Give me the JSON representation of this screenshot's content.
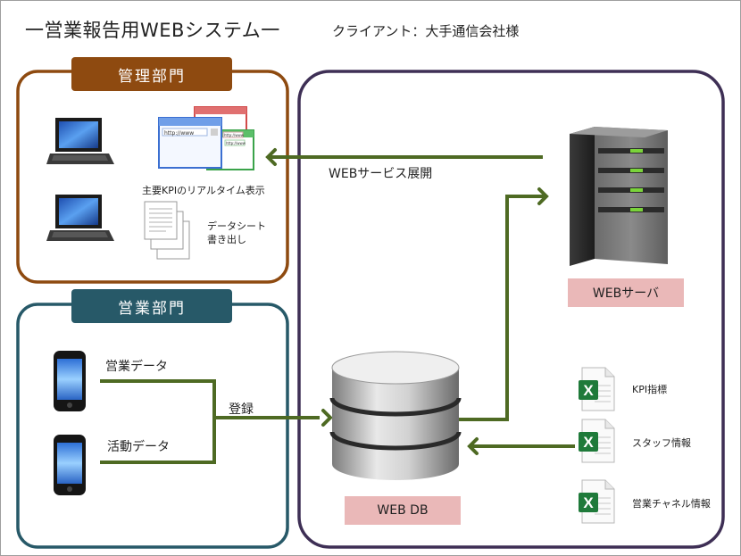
{
  "header": {
    "title": "一営業報告用WEBシステム一",
    "client": "クライアント：大手通信会社様"
  },
  "management": {
    "tab_label": "管理部門",
    "kpi_caption": "主要KPIのリアルタイム表示",
    "sheet_caption_line1": "データシート",
    "sheet_caption_line2": "書き出し",
    "browser_url": "http://www"
  },
  "sales": {
    "tab_label": "営業部門",
    "data1_label": "営業データ",
    "data2_label": "活動データ",
    "register_label": "登録"
  },
  "server": {
    "service_label": "WEBサービス展開",
    "server_label": "WEBサーバ"
  },
  "database": {
    "db_label": "WEB DB"
  },
  "excel_files": {
    "file1_label": "KPI指標",
    "file2_label": "スタッフ情報",
    "file3_label": "営業チャネル情報"
  },
  "colors": {
    "management_accent": "#8e4a10",
    "sales_accent": "#275968",
    "system_border": "#3e2f55",
    "arrow_green": "#4e6a23",
    "label_pink": "#eab8b8"
  },
  "icons": {
    "laptop": "laptop-icon",
    "smartphone": "smartphone-icon",
    "browser": "browser-windows-icon",
    "document": "document-stack-icon",
    "server": "server-tower-icon",
    "database": "database-icon",
    "excel": "excel-file-icon"
  }
}
